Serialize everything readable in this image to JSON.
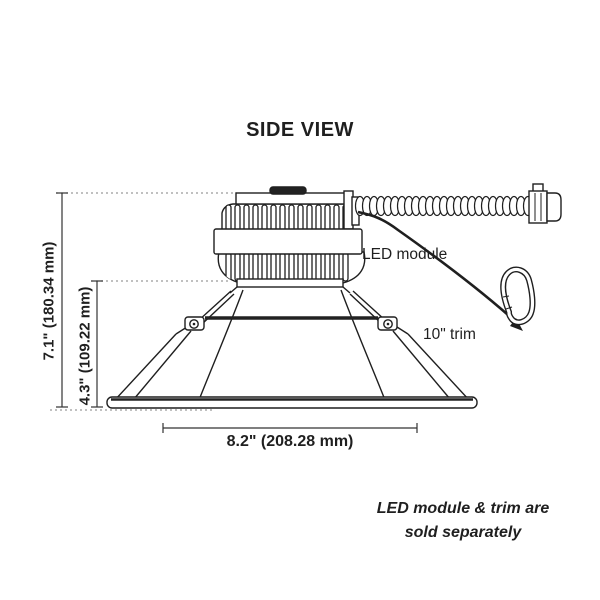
{
  "title": "SIDE VIEW",
  "labels": {
    "led_module": "LED module",
    "trim": "10\" trim"
  },
  "dimensions": {
    "height_total": "7.1\" (180.34 mm)",
    "height_trim": "4.3\" (109.22 mm)",
    "width_bottom": "8.2\" (208.28 mm)"
  },
  "footnote": {
    "line1": "LED module & trim are",
    "line2": "sold separately"
  },
  "colors": {
    "line": "#1f1f1f",
    "leader_dots": "#9a9a9a",
    "background": "#ffffff"
  }
}
